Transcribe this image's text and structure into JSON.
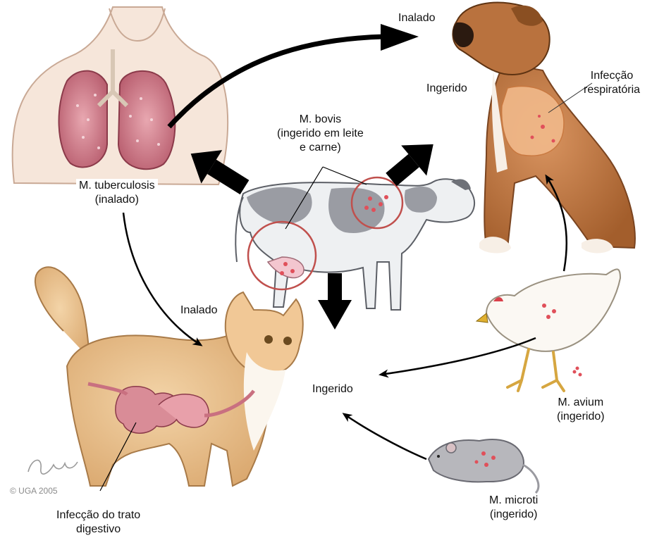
{
  "labels": {
    "inalado_top": "Inalado",
    "ingerido_dog": "Ingerido",
    "infeccao_resp": [
      "Infecção",
      "respiratória"
    ],
    "m_bovis": [
      "M. bovis",
      "(ingerido em leite",
      "e carne)"
    ],
    "m_tuberculosis": [
      "M. tuberculosis",
      "(inalado)"
    ],
    "inalado_cat": "Inalado",
    "ingerido_center": "Ingerido",
    "m_avium": [
      "M. avium",
      "(ingerido)"
    ],
    "m_microti": [
      "M. microti",
      "(ingerido)"
    ],
    "infeccao_digest": [
      "Infecção do trato",
      "digestivo"
    ]
  },
  "watermark": "© UGA 2005",
  "colors": {
    "arrow": "#000000",
    "lesion": "#c0504d",
    "lesion_dot": "#e0505a",
    "lung": "#d98c97",
    "dog": "#c47a44",
    "cat": "#e8c08e",
    "cow_spot": "#9a9ca3"
  }
}
